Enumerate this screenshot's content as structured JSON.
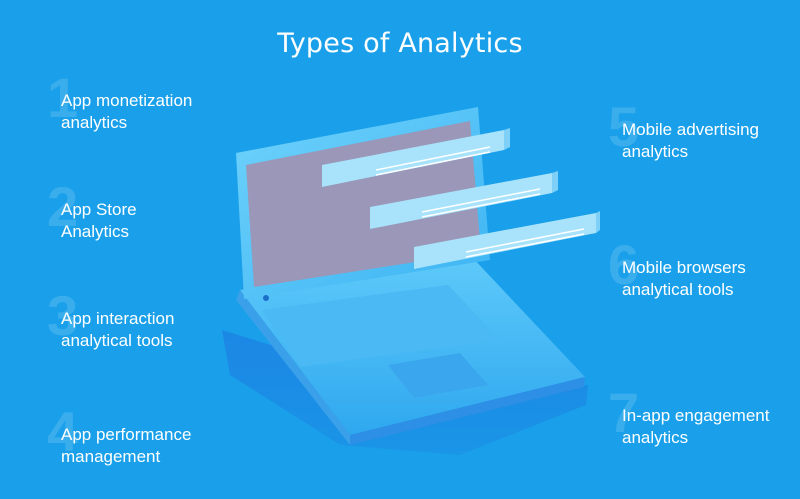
{
  "title": "Types of Analytics",
  "items": [
    {
      "number": "1",
      "label": "App monetization\nanalytics"
    },
    {
      "number": "2",
      "label": "App Store\nAnalytics"
    },
    {
      "number": "3",
      "label": "App interaction\nanalytical tools"
    },
    {
      "number": "4",
      "label": "App performance\nmanagement"
    },
    {
      "number": "5",
      "label": "Mobile advertising\nanalytics"
    },
    {
      "number": "6",
      "label": "Mobile browsers\nanalytical tools"
    },
    {
      "number": "7",
      "label": "In-app engagement\nanalytics"
    }
  ],
  "colors": {
    "background": "#1aa0ea",
    "text": "#ffffff",
    "laptop_body": "#43bdf6",
    "laptop_screen": "#9a97b8"
  },
  "icons": [
    "laptop-illustration",
    "floating-window-card"
  ]
}
